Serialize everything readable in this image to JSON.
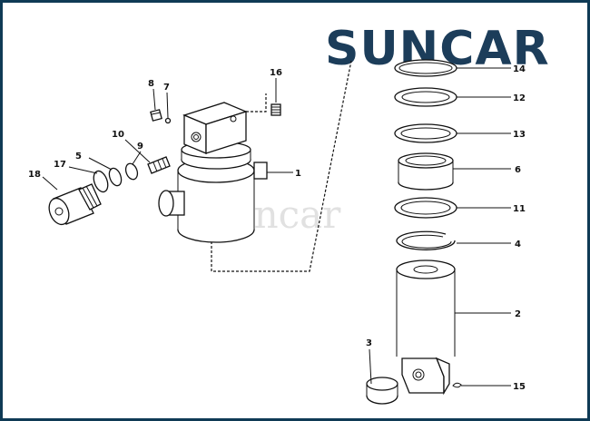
{
  "brand": {
    "text": "SUNCAR",
    "watermark": "suncar",
    "color_dark": "#1c3d5a",
    "color_accent": "#2a9fb8"
  },
  "callouts": [
    "14",
    "12",
    "13",
    "6",
    "11",
    "4",
    "2",
    "3",
    "15",
    "16",
    "8",
    "7",
    "10",
    "9",
    "5",
    "17",
    "18",
    "1"
  ]
}
